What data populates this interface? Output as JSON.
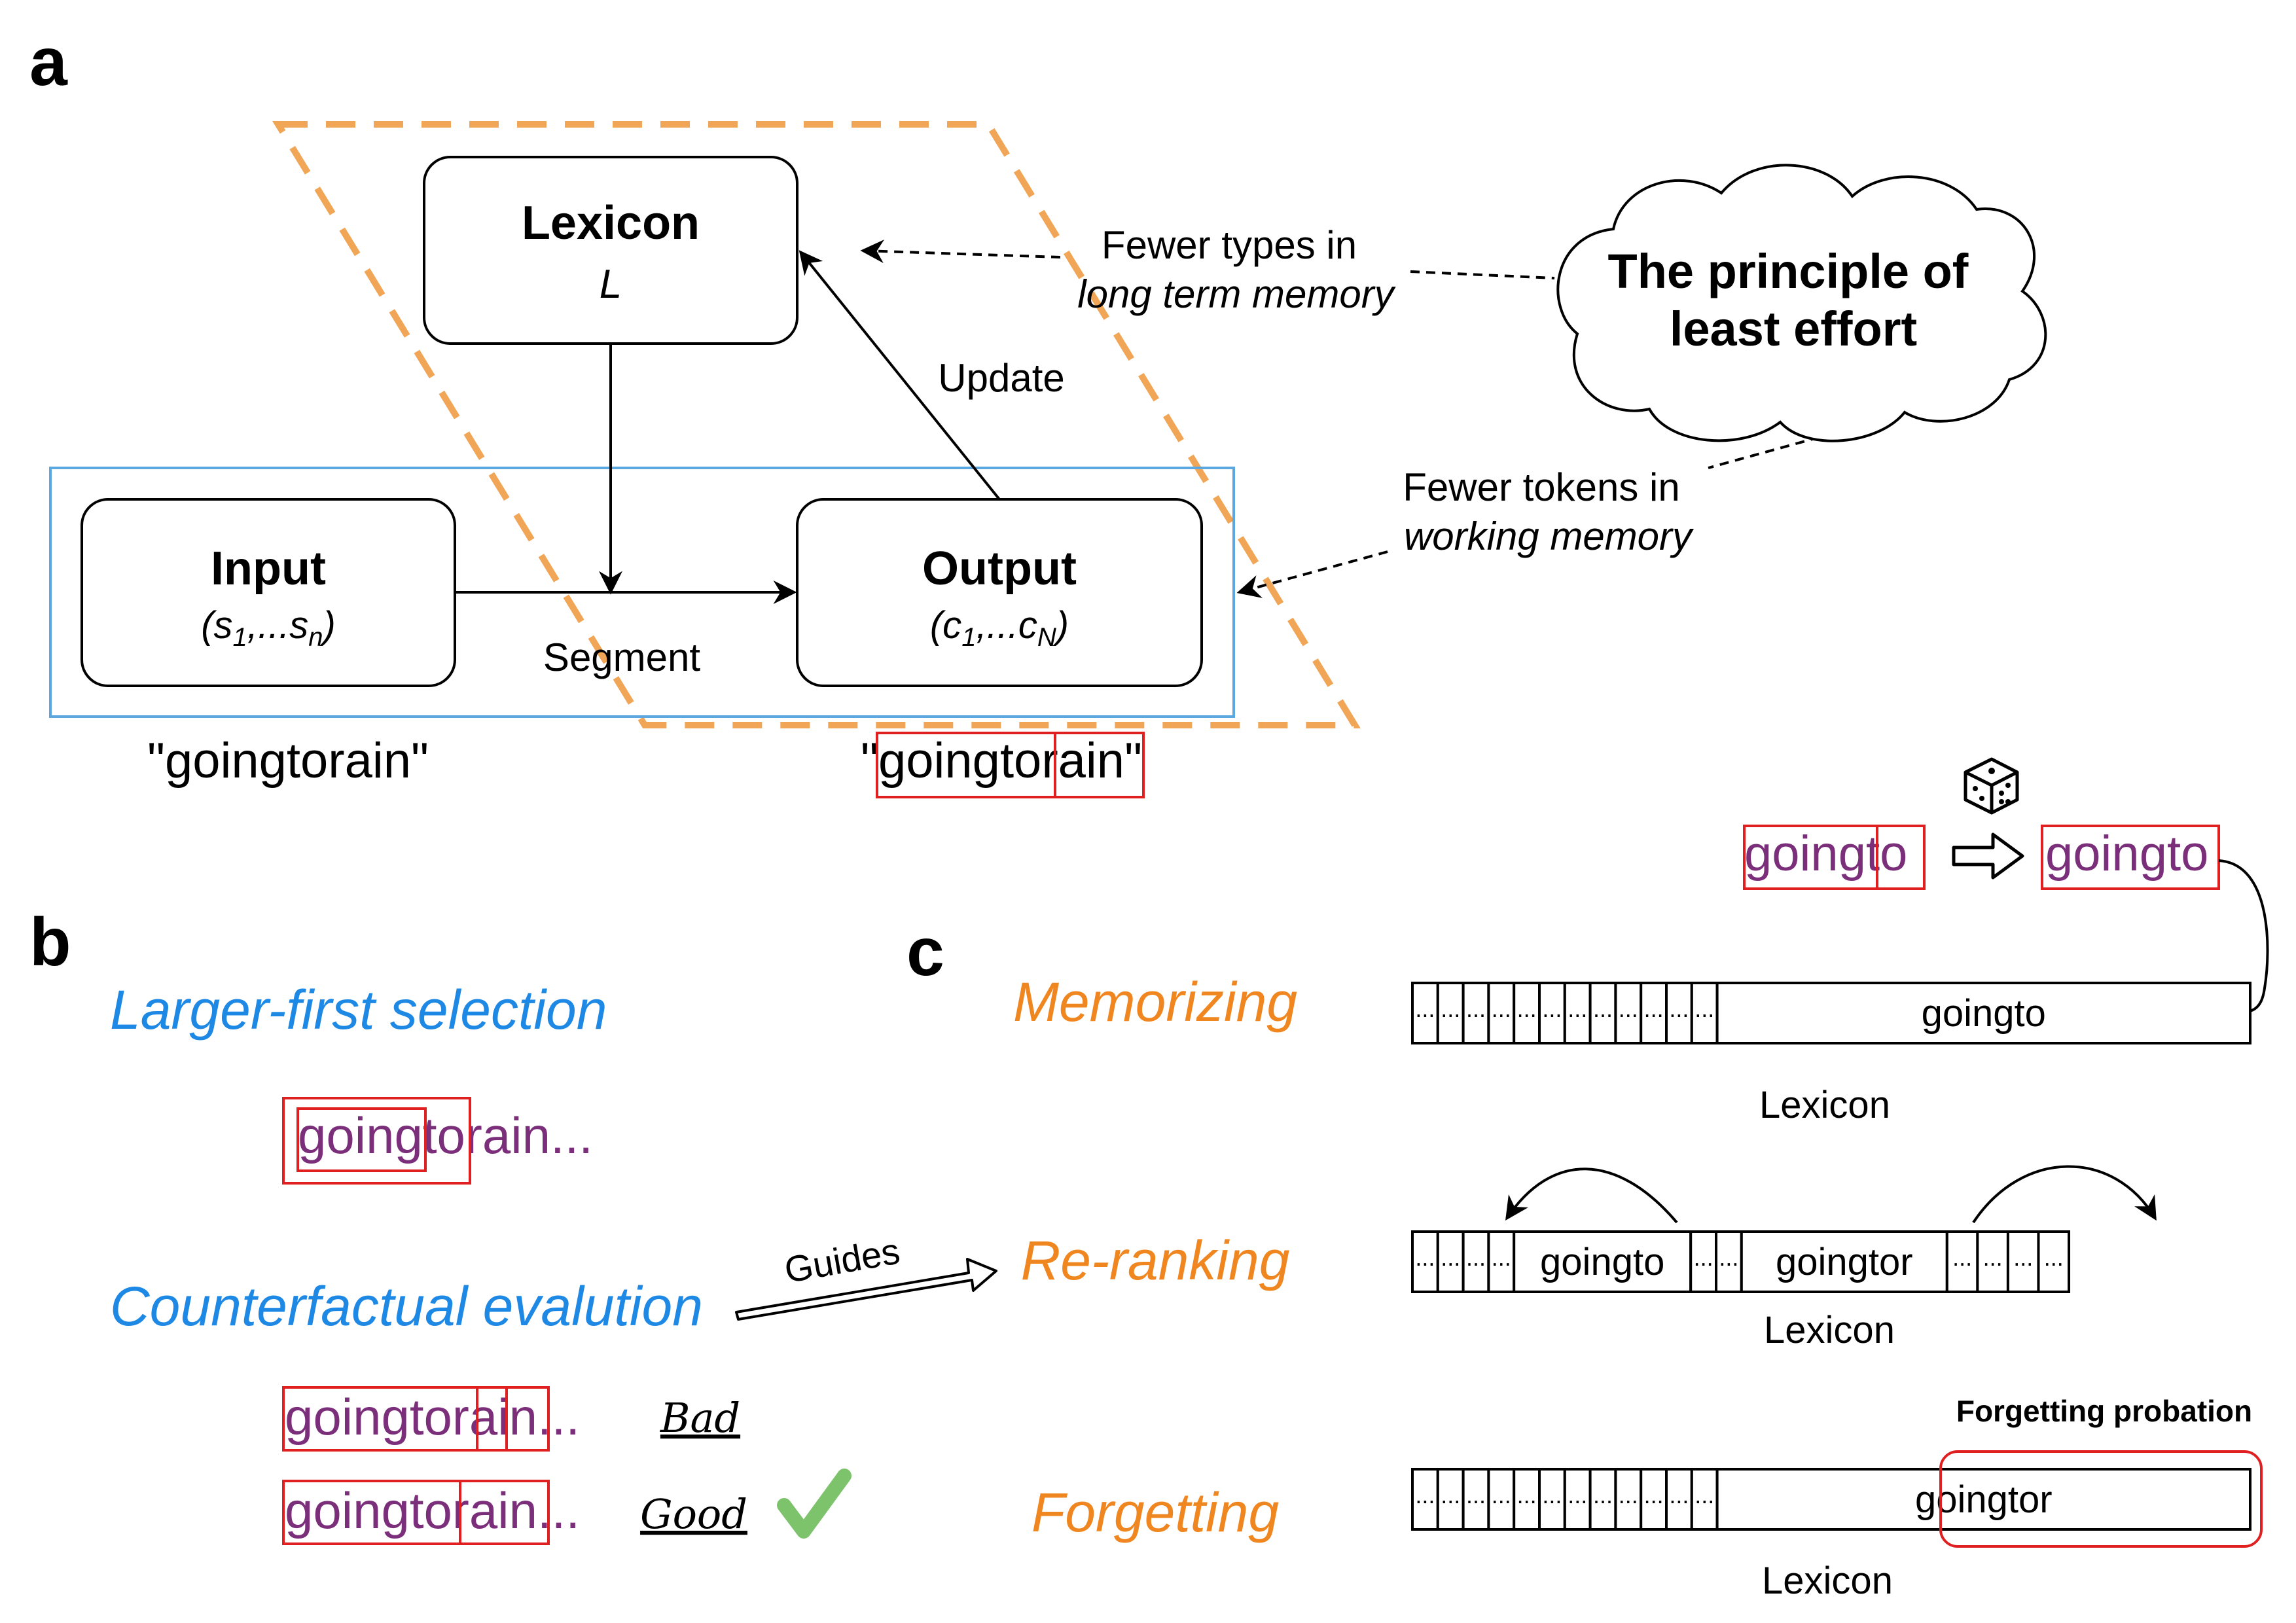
{
  "panels": {
    "a": "a",
    "b": "b",
    "c": "c"
  },
  "a": {
    "lexicon": {
      "title": "Lexicon",
      "symbol": "L"
    },
    "input": {
      "title": "Input",
      "formula": "(s1,...sn)",
      "example": "\"goingtorain\""
    },
    "output": {
      "title": "Output",
      "formula": "(c1,...cN)",
      "example_open": "\"",
      "example_seg1": "goingto",
      "example_seg2": "rain",
      "example_close": "\""
    },
    "segment_label": "Segment",
    "update_label": "Update",
    "fewer_types_line1": "Fewer types in",
    "fewer_types_line2": "long term memory",
    "fewer_tokens_line1": "Fewer tokens in",
    "fewer_tokens_line2": "working memory",
    "cloud_line1": "The principle of",
    "cloud_line2": "least effort"
  },
  "b": {
    "larger_first": "Larger-first selection",
    "example1": {
      "seg_outer": "goingto",
      "seg_inner": "going",
      "rest": "rain..."
    },
    "counterfactual": "Counterfactual evalution",
    "guides": "Guides",
    "bad_row": {
      "seg1": "goingtor",
      "seg2": "a",
      "seg3": "in",
      "rest": "...",
      "verdict": "Bad"
    },
    "good_row": {
      "seg1": "goingto",
      "seg2": "rain",
      "rest": "...",
      "verdict": "Good"
    }
  },
  "c": {
    "memorizing": "Memorizing",
    "reranking": "Re-ranking",
    "forgetting": "Forgetting",
    "top_left_word": {
      "part1": "goingt",
      "part2": "o"
    },
    "top_right_word": "goingto",
    "row1": {
      "cells": [
        "...",
        "...",
        "...",
        "...",
        "...",
        "...",
        "...",
        "...",
        "...",
        "...",
        "...",
        "..."
      ],
      "entry": "goingto",
      "label": "Lexicon"
    },
    "row2": {
      "left_cells": [
        "...",
        "...",
        "...",
        "..."
      ],
      "entry1": "goingto",
      "mid_cells": [
        "...",
        "..."
      ],
      "entry2": "goingtor",
      "right_cells": [
        "...",
        "...",
        "...",
        "..."
      ],
      "label": "Lexicon"
    },
    "row3": {
      "cells": [
        "...",
        "...",
        "...",
        "...",
        "...",
        "...",
        "...",
        "...",
        "...",
        "...",
        "...",
        "..."
      ],
      "entry": "goingtor",
      "label": "Lexicon",
      "probation_label": "Forgetting probation"
    }
  },
  "colors": {
    "orange": "#F0A656",
    "blue": "#5AA8DF",
    "red": "#E02020",
    "purple": "#7B2F7A",
    "label_blue": "#1E88E5",
    "label_orange": "#F0861F",
    "green": "#7DC36B"
  }
}
